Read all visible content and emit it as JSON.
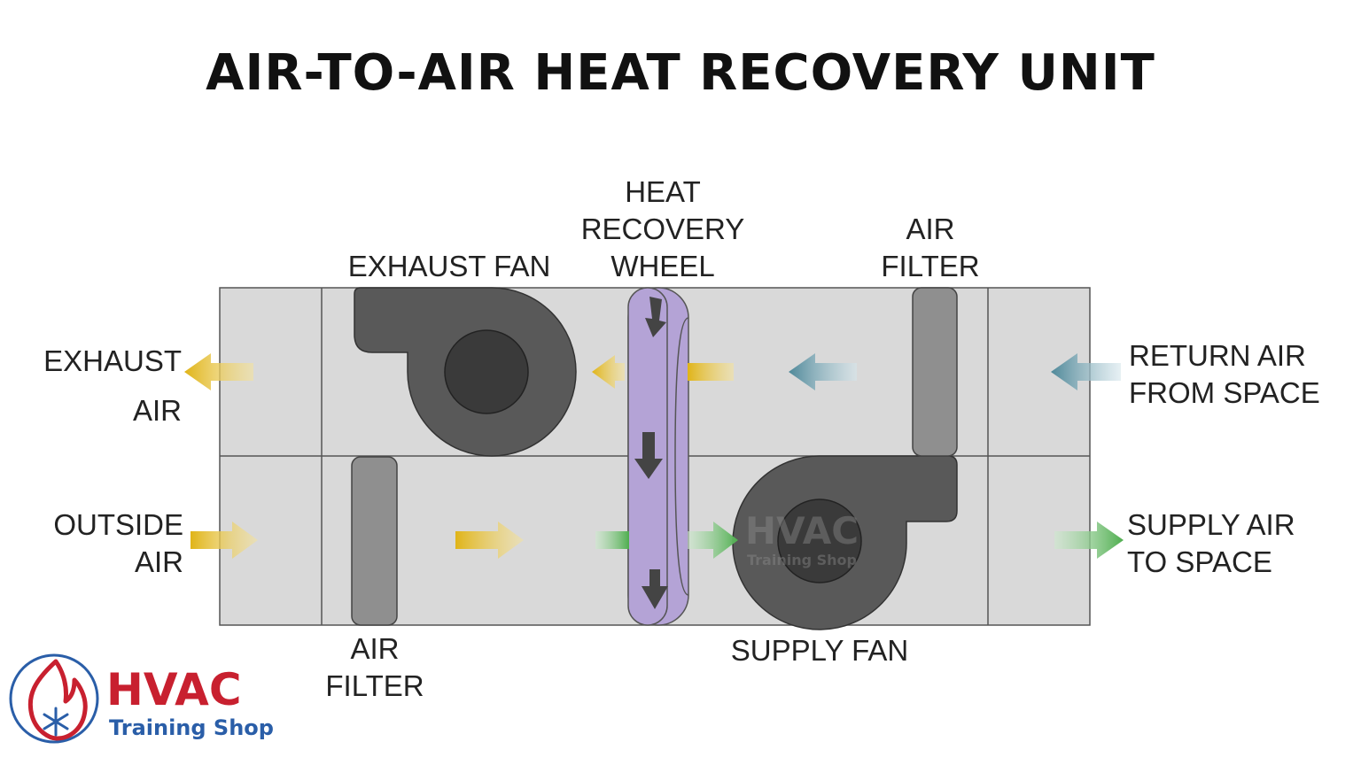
{
  "title": "AIR-TO-AIR HEAT RECOVERY UNIT",
  "labels": {
    "exhaust_fan": "EXHAUST FAN",
    "heat_recovery_wheel": [
      "HEAT",
      "RECOVERY",
      "WHEEL"
    ],
    "air_filter_top": [
      "AIR",
      "FILTER"
    ],
    "exhaust_air": [
      "EXHAUST",
      "AIR"
    ],
    "return_air": [
      "RETURN AIR",
      "FROM SPACE"
    ],
    "outside_air": [
      "OUTSIDE",
      "AIR"
    ],
    "supply_air": [
      "SUPPLY AIR",
      "TO SPACE"
    ],
    "air_filter_bottom": [
      "AIR",
      "FILTER"
    ],
    "supply_fan": "SUPPLY FAN"
  },
  "watermark": {
    "line1": "HVAC",
    "line2": "Training Shop"
  },
  "logo": {
    "word": "HVAC",
    "sub": "Training Shop"
  },
  "colors": {
    "unit_fill": "#d9d9d9",
    "fan_fill": "#595959",
    "fan_hub": "#3a3a3a",
    "filter_fill": "#8f8f8f",
    "wheel_fill": "#b4a3d6",
    "arrow_yellow": "#e0b418",
    "arrow_teal": "#5b8fa0",
    "arrow_green": "#5cb85c",
    "logo_red": "#c8202f",
    "logo_blue": "#2a5ea8"
  }
}
